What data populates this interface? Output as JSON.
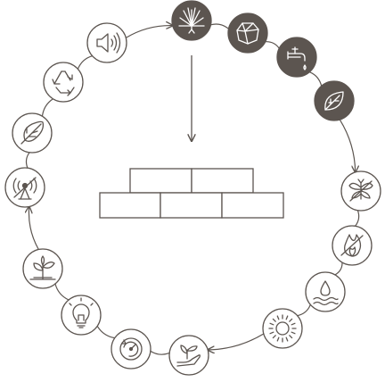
{
  "colors": {
    "stroke": "#5c5550",
    "filled_node": "#5c5550",
    "outline_node_fill": "#ffffff",
    "icon_light": "#ffffff",
    "background": "#ffffff"
  },
  "cycle": {
    "nodes": [
      {
        "id": "hemp",
        "icon": "hemp-leaf-icon",
        "filled": true
      },
      {
        "id": "stone",
        "icon": "stone-icon",
        "filled": true
      },
      {
        "id": "water-tap",
        "icon": "water-tap-icon",
        "filled": true
      },
      {
        "id": "leaf",
        "icon": "leaf-icon",
        "filled": true
      },
      {
        "id": "no-insects",
        "icon": "no-insects-icon",
        "filled": false
      },
      {
        "id": "fire-resistant",
        "icon": "no-fire-icon",
        "filled": false
      },
      {
        "id": "moisture",
        "icon": "moisture-icon",
        "filled": false
      },
      {
        "id": "thermal",
        "icon": "thermal-sun-icon",
        "filled": false
      },
      {
        "id": "seedling-hand",
        "icon": "seedling-hand-icon",
        "filled": false
      },
      {
        "id": "energy-meter",
        "icon": "energy-meter-icon",
        "filled": false
      },
      {
        "id": "light",
        "icon": "lightbulb-icon",
        "filled": false
      },
      {
        "id": "plant-growth",
        "icon": "plant-growth-icon",
        "filled": false
      },
      {
        "id": "no-radiation",
        "icon": "no-radiation-icon",
        "filled": false
      },
      {
        "id": "feather",
        "icon": "feather-icon",
        "filled": false
      },
      {
        "id": "recycle",
        "icon": "recycle-icon",
        "filled": false
      },
      {
        "id": "acoustic",
        "icon": "speaker-icon",
        "filled": false
      }
    ]
  },
  "center": {
    "icon": "hempcrete-bricks-icon",
    "rows": [
      2,
      3
    ]
  }
}
